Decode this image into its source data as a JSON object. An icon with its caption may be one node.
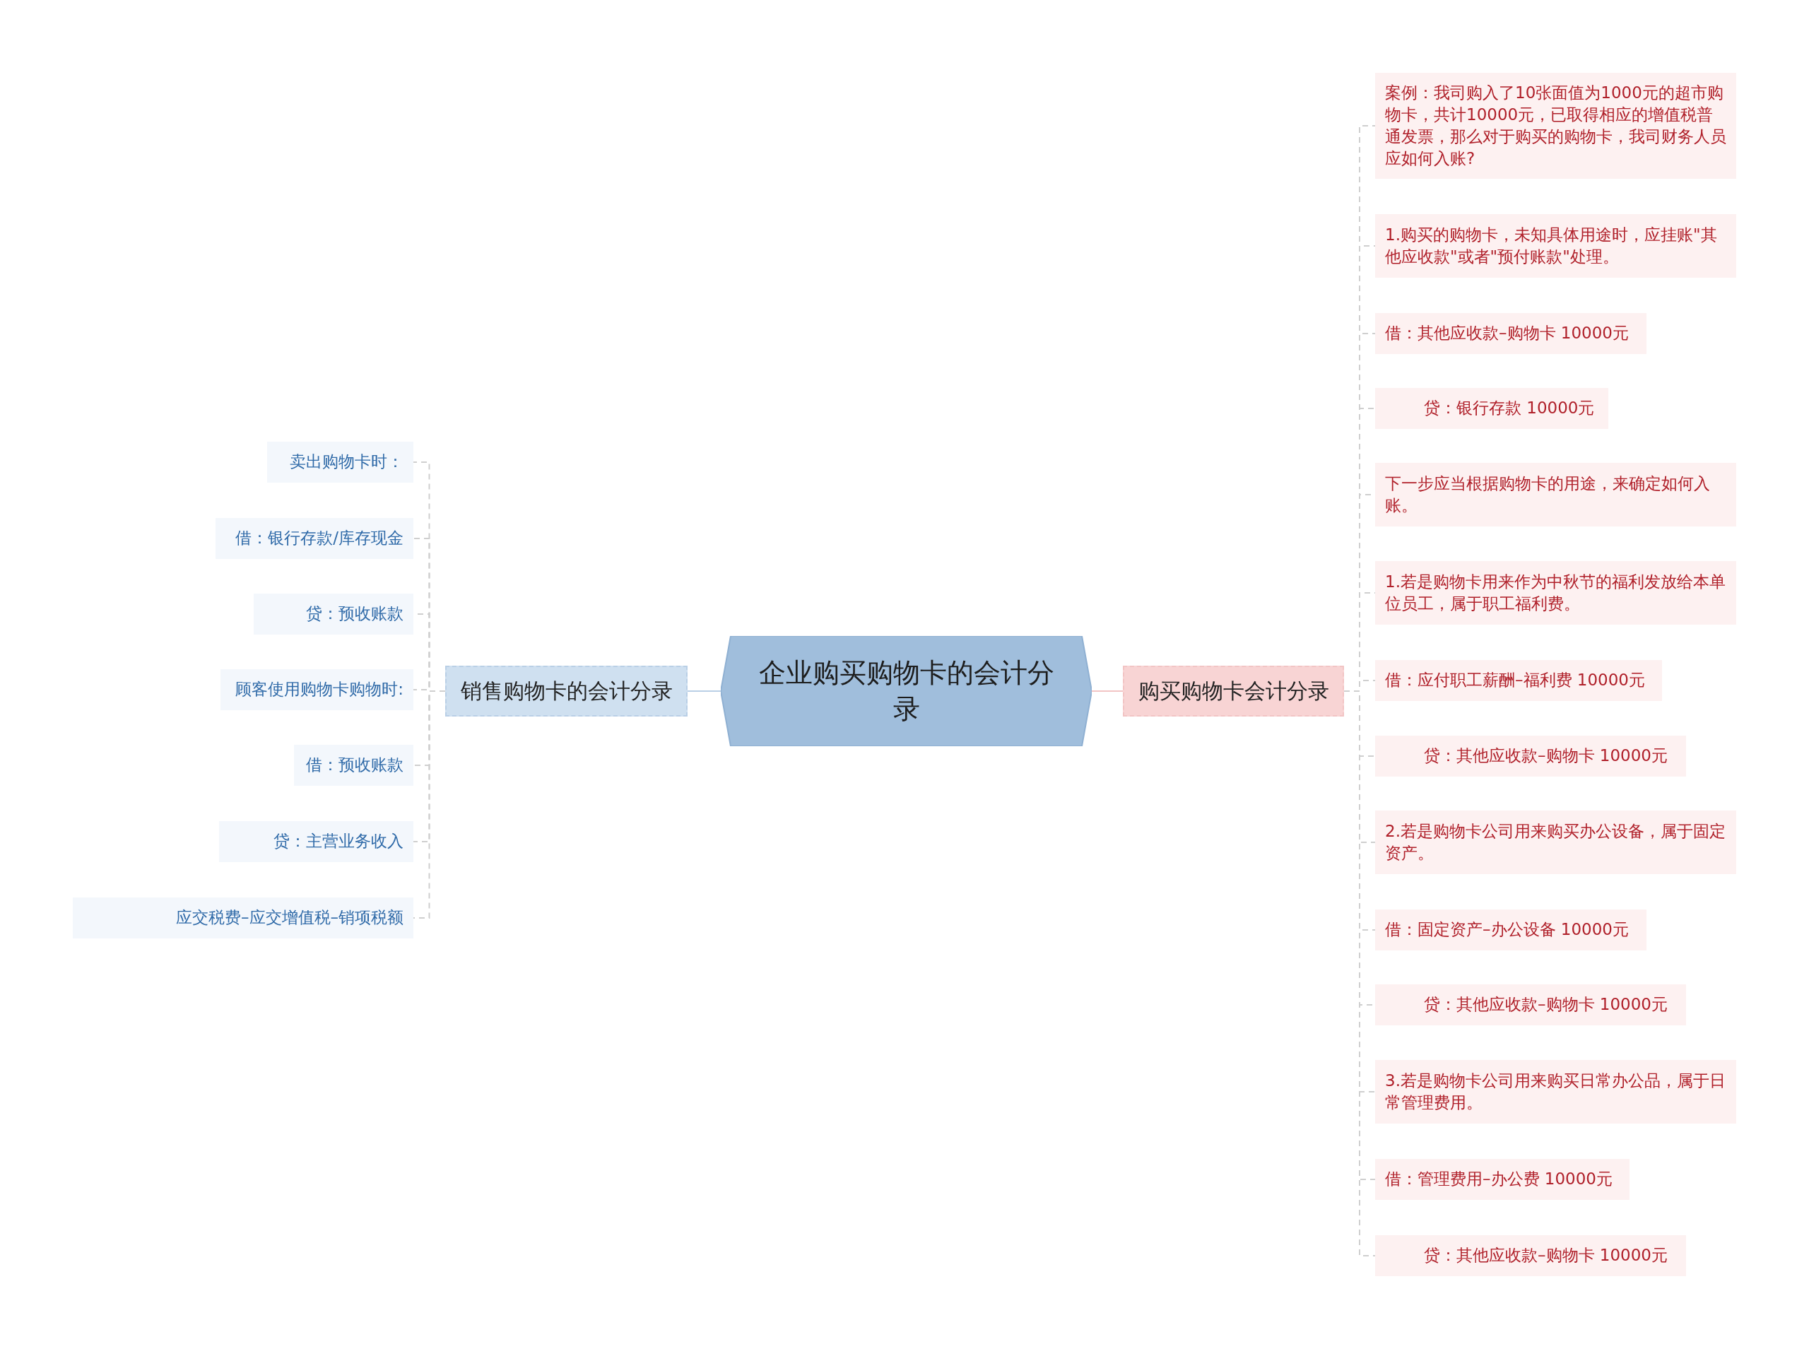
{
  "diagram": {
    "nodes": [
      {
        "text": [
          "企业购买购物卡的会计分录"
        ]
      },
      {
        "text": [
          "销售购物卡的会计分录"
        ]
      },
      {
        "text": [
          "卖出购物卡时："
        ]
      },
      {
        "text": [
          "借：银行存款/库存现金"
        ]
      },
      {
        "text": [
          "贷：预收账款"
        ]
      },
      {
        "text": [
          "顾客使用购物卡购物时:"
        ]
      },
      {
        "text": [
          "借：预收账款"
        ]
      },
      {
        "text": [
          "贷：主营业务收入"
        ]
      },
      {
        "text": [
          "应交税费–应交增值税–销项税额"
        ]
      },
      {
        "text": [
          "购买购物卡会计分录"
        ]
      },
      {
        "text": [
          "案例：我司购入了10张面值为1000元的超市购物卡，共计10000元，已取得相应的增值税普通发票，那么对于购买的购物卡，我司财务人员应如何入账?"
        ]
      },
      {
        "text": [
          "1.购买的购物卡，未知具体用途时，应挂账\"其他应收款\"或者\"预付账款\"处理。"
        ]
      },
      {
        "text": [
          "借：其他应收款–购物卡 10000元"
        ]
      },
      {
        "text": [
          "贷：银行存款 10000元"
        ]
      },
      {
        "text": [
          "下一步应当根据购物卡的用途，来确定如何入账。"
        ]
      },
      {
        "text": [
          "1.若是购物卡用来作为中秋节的福利发放给本单位员工，属于职工福利费。"
        ]
      },
      {
        "text": [
          "借：应付职工薪酬–福利费 10000元"
        ]
      },
      {
        "text": [
          "贷：其他应收款–购物卡 10000元"
        ]
      },
      {
        "text": [
          "2.若是购物卡公司用来购买办公设备，属于固定资产。"
        ]
      },
      {
        "text": [
          "借：固定资产–办公设备 10000元"
        ]
      },
      {
        "text": [
          "贷：其他应收款–购物卡 10000元"
        ]
      },
      {
        "text": [
          "3.若是购物卡公司用来购买日常办公品，属于日常管理费用。"
        ]
      },
      {
        "text": [
          "借：管理费用–办公费 10000元"
        ]
      },
      {
        "text": [
          "贷：其他应收款–购物卡 10000元"
        ]
      }
    ],
    "edges": [
      {
        "from": 0,
        "to": 1,
        "arrow": "none",
        "color": "#b9cfe6"
      },
      {
        "from": 1,
        "to": 2,
        "arrow": "none",
        "style": "dashed"
      },
      {
        "from": 1,
        "to": 3,
        "arrow": "none",
        "style": "dashed"
      },
      {
        "from": 1,
        "to": 4,
        "arrow": "none",
        "style": "dashed"
      },
      {
        "from": 1,
        "to": 5,
        "arrow": "none",
        "style": "dashed"
      },
      {
        "from": 1,
        "to": 6,
        "arrow": "none",
        "style": "dashed"
      },
      {
        "from": 1,
        "to": 7,
        "arrow": "none",
        "style": "dashed"
      },
      {
        "from": 1,
        "to": 8,
        "arrow": "none",
        "style": "dashed"
      },
      {
        "from": 0,
        "to": 9,
        "arrow": "none",
        "color": "#f2c4c4"
      },
      {
        "from": 9,
        "to": 10,
        "arrow": "none",
        "style": "dashed"
      },
      {
        "from": 9,
        "to": 11,
        "arrow": "none",
        "style": "dashed"
      },
      {
        "from": 9,
        "to": 12,
        "arrow": "none",
        "style": "dashed"
      },
      {
        "from": 9,
        "to": 13,
        "arrow": "none",
        "style": "dashed"
      },
      {
        "from": 9,
        "to": 14,
        "arrow": "none",
        "style": "dashed"
      },
      {
        "from": 9,
        "to": 15,
        "arrow": "none",
        "style": "dashed"
      },
      {
        "from": 9,
        "to": 16,
        "arrow": "none",
        "style": "dashed"
      },
      {
        "from": 9,
        "to": 17,
        "arrow": "none",
        "style": "dashed"
      },
      {
        "from": 9,
        "to": 18,
        "arrow": "none",
        "style": "dashed"
      },
      {
        "from": 9,
        "to": 19,
        "arrow": "none",
        "style": "dashed"
      },
      {
        "from": 9,
        "to": 20,
        "arrow": "none",
        "style": "dashed"
      },
      {
        "from": 9,
        "to": 21,
        "arrow": "none",
        "style": "dashed"
      },
      {
        "from": 9,
        "to": 22,
        "arrow": "none",
        "style": "dashed"
      },
      {
        "from": 9,
        "to": 23,
        "arrow": "none",
        "style": "dashed"
      }
    ]
  }
}
